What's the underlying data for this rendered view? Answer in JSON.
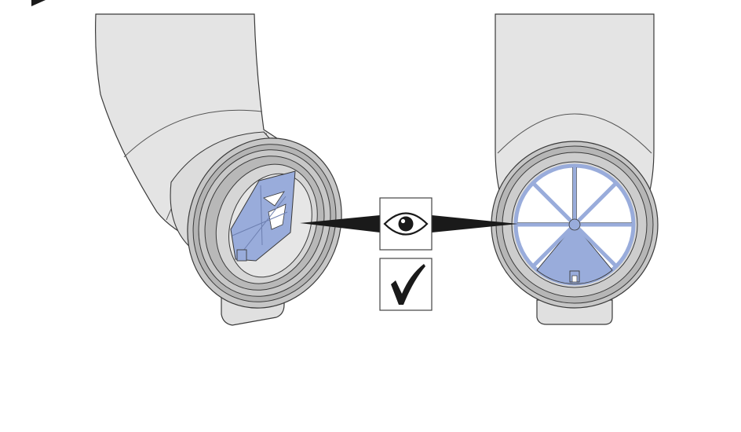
{
  "diagram": {
    "kind": "instruction-illustration",
    "left_view": "tube-elbow-with-valve-angled",
    "right_view": "tube-with-valve-front",
    "center_icons": [
      "eye-icon",
      "checkmark-icon"
    ],
    "colors": {
      "tube_fill": "#e4e4e4",
      "tube_stroke": "#3a3a3a",
      "ring_outer": "#c6c6c6",
      "ring_mid": "#b4b4b4",
      "ring_inner": "#d2d2d2",
      "valve_blue": "#99acdb",
      "valve_white": "#ffffff",
      "pointer": "#1a1a1a",
      "icon_box_stroke": "#444444"
    }
  }
}
